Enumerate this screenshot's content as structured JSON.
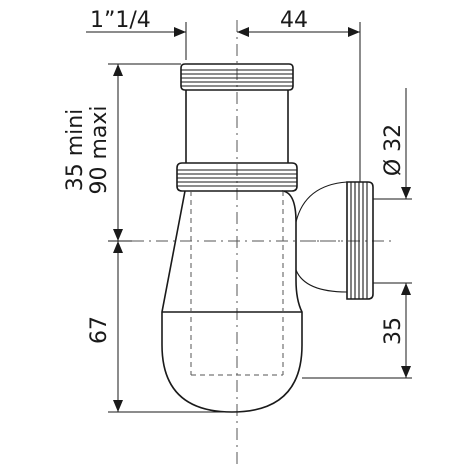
{
  "drawing": {
    "labels": {
      "thread_size": "1”1/4",
      "outlet_offset": "44",
      "outlet_diameter": "Ø 32",
      "adjust_line1": "35 mini",
      "adjust_line2": "90 maxi",
      "trap_depth": "67",
      "outlet_height": "35"
    }
  }
}
